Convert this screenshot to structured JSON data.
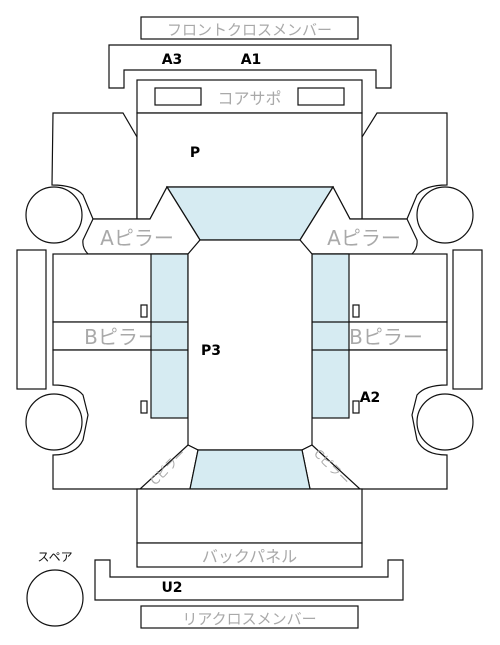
{
  "parts": {
    "front_cross_member": "フロントクロスメンバー",
    "core_support": "コアサポ",
    "a_pillar_left": "Aピラー",
    "a_pillar_right": "Aピラー",
    "b_pillar_left": "Bピラー",
    "b_pillar_right": "Bピラー",
    "c_pillar_left": "Cピラー",
    "c_pillar_right": "Cピラー",
    "back_panel": "バックパネル",
    "rear_cross_member": "リアクロスメンバー",
    "spare": "スペア"
  },
  "markers": {
    "a3": "A3",
    "a1": "A1",
    "p": "P",
    "p3": "P3",
    "a2": "A2",
    "u2": "U2"
  },
  "colors": {
    "glass": "#d6ebf2",
    "outline": "#111111",
    "label_gray": "#a9a9a9"
  }
}
